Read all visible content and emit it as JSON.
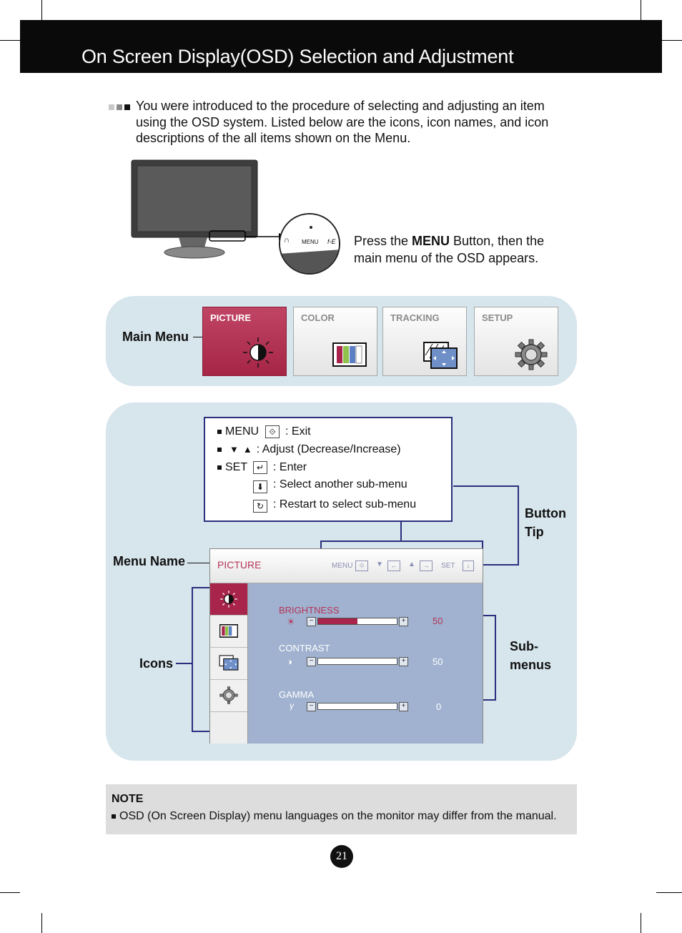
{
  "header": {
    "title": "On Screen Display(OSD) Selection and Adjustment"
  },
  "intro": {
    "text": "You were introduced to the procedure of selecting and adjusting an item using the OSD system. Listed below are the icons, icon names, and icon descriptions of the all items shown on the Menu."
  },
  "monitor": {
    "buttons": {
      "power_glyph": "∩",
      "menu": "MENU",
      "fe": "f-E"
    },
    "press_pre": "Press the ",
    "press_bold": "MENU",
    "press_post": " Button, then the main menu of the OSD appears."
  },
  "main_menu": {
    "label": "Main Menu",
    "tabs": [
      {
        "label": "PICTURE",
        "icon": "sun-icon"
      },
      {
        "label": "COLOR",
        "icon": "color-bars-icon"
      },
      {
        "label": "TRACKING",
        "icon": "tracking-icon"
      },
      {
        "label": "SETUP",
        "icon": "gear-icon"
      }
    ]
  },
  "button_tip": {
    "label_line1": "Button",
    "label_line2": "Tip",
    "lines": {
      "menu_key": "MENU",
      "menu_desc": ": Exit",
      "adjust_desc": ": Adjust (Decrease/Increase)",
      "set_key": "SET",
      "set_desc": ": Enter",
      "select_desc": ": Select another sub-menu",
      "restart_desc": ": Restart to select sub-menu"
    }
  },
  "osd": {
    "menu_name_label": "Menu Name",
    "icons_label": "Icons",
    "submenus_label_1": "Sub-",
    "submenus_label_2": "menus",
    "title": "PICTURE",
    "tips": {
      "menu": "MENU",
      "set": "SET"
    },
    "submenus": [
      {
        "name": "BRIGHTNESS",
        "value": "50",
        "level": 0.5,
        "color": "#b5355a",
        "fill": "#a8244a"
      },
      {
        "name": "CONTRAST",
        "value": "50",
        "level": 0.5,
        "color": "#ffffff",
        "fill": "#ffffff"
      },
      {
        "name": "GAMMA",
        "value": "0",
        "level": 0.5,
        "color": "#ffffff",
        "fill": "#ffffff"
      }
    ],
    "gamma_symbol": "γ"
  },
  "note": {
    "heading": "NOTE",
    "text": "OSD (On Screen Display) menu languages on the monitor may differ from the manual."
  },
  "page_number": "21",
  "colors": {
    "accent": "#a8244a",
    "navy": "#2b2f7e",
    "panel": "#d7e5ec"
  }
}
